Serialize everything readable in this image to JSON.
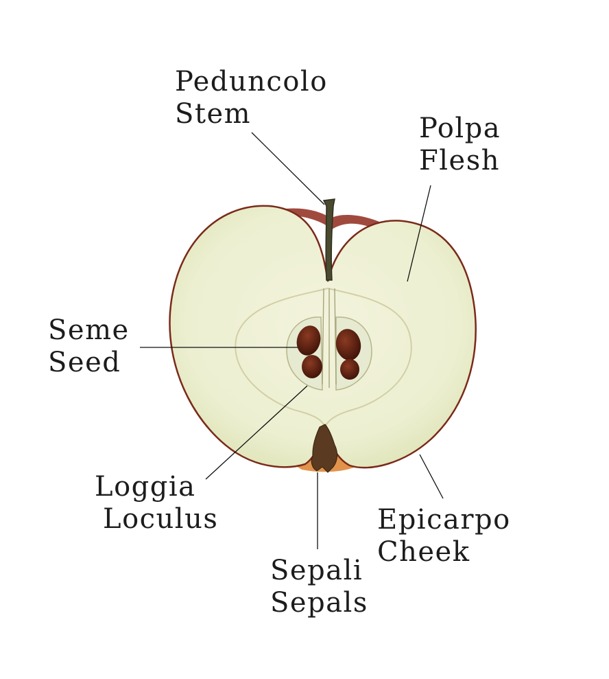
{
  "labels": {
    "stem": {
      "it": "Peduncolo",
      "en": "Stem"
    },
    "flesh": {
      "it": "Polpa",
      "en": "Flesh"
    },
    "seed": {
      "it": "Seme",
      "en": "Seed"
    },
    "loculus": {
      "it": "Loggia",
      "en": "Loculus"
    },
    "cheek": {
      "it": "Epicarpo",
      "en": "Cheek"
    },
    "sepals": {
      "it": "Sepali",
      "en": "Sepals"
    }
  },
  "colors": {
    "flesh": "#eef0d4",
    "skin": "#8f2a1c",
    "seed": "#5a1e10",
    "stem": "#4a4a30"
  }
}
